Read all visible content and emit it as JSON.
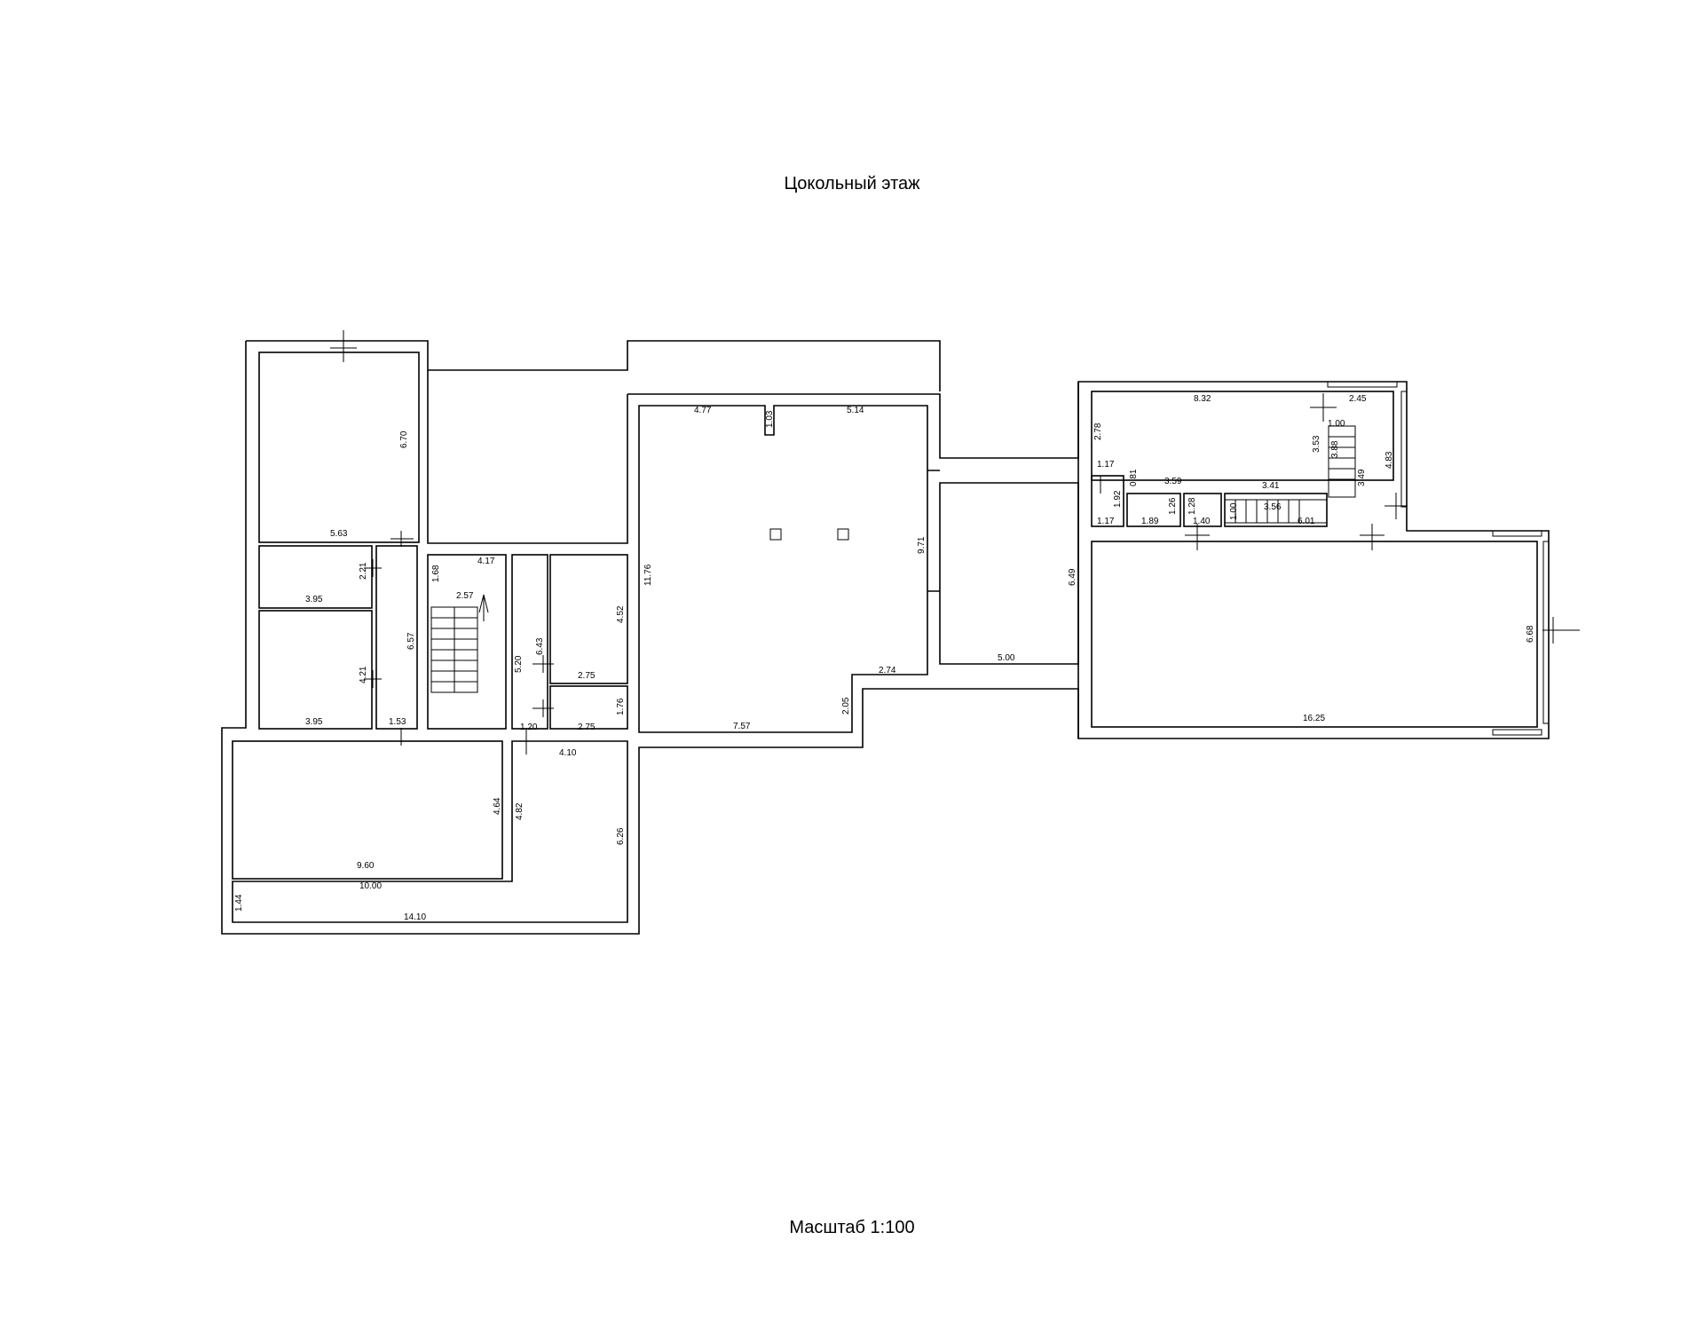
{
  "title": "Цокольный этаж",
  "scale": "Масштаб 1:100",
  "dims": {
    "d670": "6.70",
    "d563": "5.63",
    "d221": "2.21",
    "d395a": "3.95",
    "d657": "6.57",
    "d421": "4.21",
    "d395b": "3.95",
    "d153": "1.53",
    "d168": "1.68",
    "d417": "4.17",
    "d257": "2.57",
    "d520": "5.20",
    "d643": "6.43",
    "d452": "4.52",
    "d275a": "2.75",
    "d176": "1.76",
    "d275b": "2.75",
    "d120": "1.20",
    "d410": "4.10",
    "d464": "4.64",
    "d482": "4.82",
    "d626": "6.26",
    "d960": "9.60",
    "d1000": "10.00",
    "d144": "1.44",
    "d1410": "14.10",
    "d477": "4.77",
    "d103": "1.03",
    "d514": "5.14",
    "d1176": "11.76",
    "d971": "9.71",
    "d274": "2.74",
    "d205": "2.05",
    "d757": "7.57",
    "d649": "6.49",
    "d500": "5.00",
    "d832": "8.32",
    "d245": "2.45",
    "d100a": "1.00",
    "d353": "3.53",
    "d388": "3.88",
    "d483": "4.83",
    "d278": "2.78",
    "d117a": "1.17",
    "d081": "0.81",
    "d359": "3.59",
    "d341": "3.41",
    "d349": "3.49",
    "d192": "1.92",
    "d126a": "1.26",
    "d128": "1.28",
    "d100b": "1.00",
    "d356": "3.56",
    "d117b": "1.17",
    "d189": "1.89",
    "d140": "1.40",
    "d601": "6.01",
    "d668": "6.68",
    "d1625": "16.25"
  }
}
